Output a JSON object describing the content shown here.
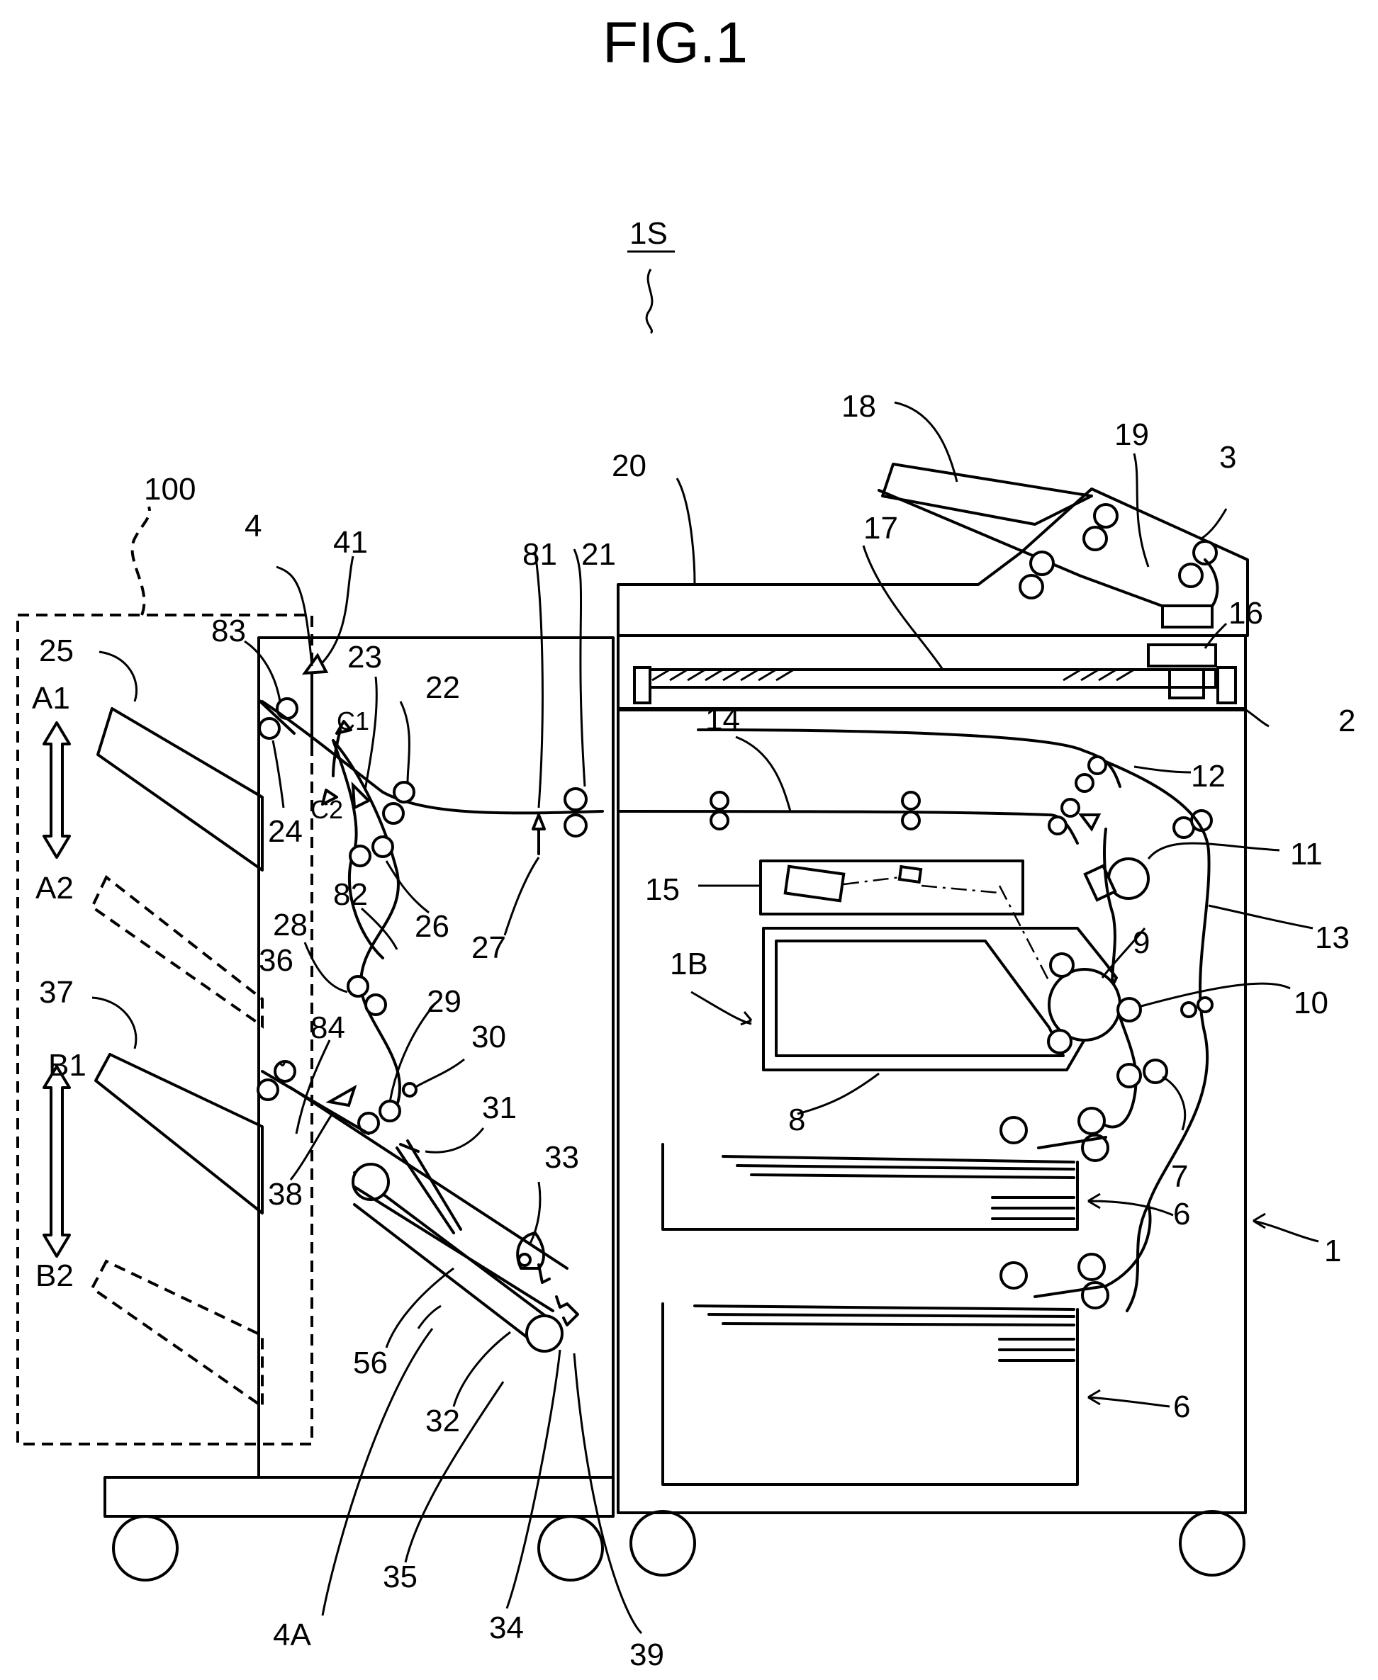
{
  "figure": {
    "title": "FIG.1",
    "system_label": "1S",
    "labels": {
      "l100": "100",
      "l4": "4",
      "l41": "41",
      "l81": "81",
      "l21": "21",
      "l20": "20",
      "l18": "18",
      "l19": "19",
      "l3": "3",
      "l17": "17",
      "l16": "16",
      "l2": "2",
      "l25": "25",
      "l83": "83",
      "l23": "23",
      "l22": "22",
      "lC1": "C1",
      "lC2": "C2",
      "lA1": "A1",
      "lA2": "A2",
      "l24": "24",
      "l14": "14",
      "l12": "12",
      "l11": "11",
      "l26": "26",
      "l82": "82",
      "l27": "27",
      "l15": "15",
      "l13": "13",
      "l1B": "1B",
      "l9": "9",
      "l28": "28",
      "l10": "10",
      "l37": "37",
      "l36": "36",
      "l84": "84",
      "l29": "29",
      "l30": "30",
      "lB1": "B1",
      "l8": "8",
      "l31": "31",
      "l7": "7",
      "l33": "33",
      "l38": "38",
      "l6a": "6",
      "l1": "1",
      "lB2": "B2",
      "l56": "56",
      "l6b": "6",
      "l32": "32",
      "l35": "35",
      "l4A": "4A",
      "l34": "34",
      "l39": "39"
    }
  }
}
